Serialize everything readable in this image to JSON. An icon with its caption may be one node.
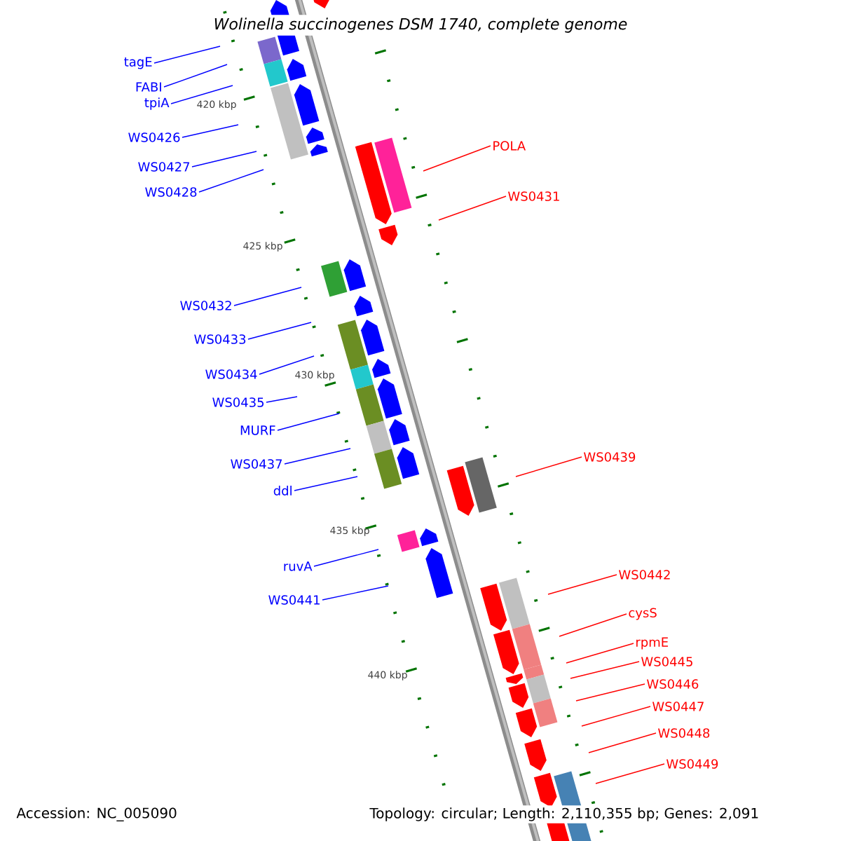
{
  "diagram": {
    "title": "Wolinella succinogenes DSM 1740, complete genome",
    "nodes": [
      {
        "text": [
          "tagE"
        ]
      },
      {
        "text": [
          "FABI"
        ]
      },
      {
        "text": [
          "tpiA"
        ]
      },
      {
        "text": [
          "WS0426"
        ]
      },
      {
        "text": [
          "POLA"
        ]
      },
      {
        "text": [
          "WS0427"
        ]
      },
      {
        "text": [
          "WS0428"
        ]
      },
      {
        "text": [
          "WS0431"
        ]
      },
      {
        "text": [
          "WS0432"
        ]
      },
      {
        "text": [
          "WS0433"
        ]
      },
      {
        "text": [
          "WS0434"
        ]
      },
      {
        "text": [
          "WS0435"
        ]
      },
      {
        "text": [
          "MURF"
        ]
      },
      {
        "text": [
          "WS0439"
        ]
      },
      {
        "text": [
          "WS0437"
        ]
      },
      {
        "text": [
          "ddl"
        ]
      },
      {
        "text": [
          "ruvA"
        ]
      },
      {
        "text": [
          "WS0442"
        ]
      },
      {
        "text": [
          "WS0441"
        ]
      },
      {
        "text": [
          "cysS"
        ]
      },
      {
        "text": [
          "rpmE"
        ]
      },
      {
        "text": [
          "WS0445"
        ]
      },
      {
        "text": [
          "WS0446"
        ]
      },
      {
        "text": [
          "WS0447"
        ]
      },
      {
        "text": [
          "WS0448"
        ]
      },
      {
        "text": [
          "WS0449"
        ]
      }
    ],
    "edges": [
      {
        "from": 0,
        "to": null,
        "arrow": "none"
      },
      {
        "from": 1,
        "to": null,
        "arrow": "none"
      },
      {
        "from": 2,
        "to": null,
        "arrow": "none"
      },
      {
        "from": 3,
        "to": null,
        "arrow": "none"
      },
      {
        "from": 4,
        "to": null,
        "arrow": "none",
        "color": "#ff0000"
      },
      {
        "from": 5,
        "to": null,
        "arrow": "none"
      },
      {
        "from": 6,
        "to": null,
        "arrow": "none"
      },
      {
        "from": 7,
        "to": null,
        "arrow": "none",
        "color": "#ff0000"
      },
      {
        "from": 8,
        "to": null,
        "arrow": "none"
      },
      {
        "from": 9,
        "to": null,
        "arrow": "none"
      },
      {
        "from": 10,
        "to": null,
        "arrow": "none"
      },
      {
        "from": 11,
        "to": null,
        "arrow": "none"
      },
      {
        "from": 12,
        "to": null,
        "arrow": "none"
      },
      {
        "from": 13,
        "to": null,
        "arrow": "none",
        "color": "#ff0000"
      },
      {
        "from": 14,
        "to": null,
        "arrow": "none"
      },
      {
        "from": 15,
        "to": null,
        "arrow": "none"
      },
      {
        "from": 16,
        "to": null,
        "arrow": "none"
      },
      {
        "from": 17,
        "to": null,
        "arrow": "none",
        "color": "#ff0000"
      },
      {
        "from": 18,
        "to": null,
        "arrow": "none"
      },
      {
        "from": 19,
        "to": null,
        "arrow": "none",
        "color": "#ff0000"
      },
      {
        "from": 20,
        "to": null,
        "arrow": "none",
        "color": "#ff0000"
      },
      {
        "from": 21,
        "to": null,
        "arrow": "none",
        "color": "#ff0000"
      },
      {
        "from": 22,
        "to": null,
        "arrow": "none",
        "color": "#ff0000"
      },
      {
        "from": 23,
        "to": null,
        "arrow": "none",
        "color": "#ff0000"
      },
      {
        "from": 24,
        "to": null,
        "arrow": "none",
        "color": "#ff0000"
      },
      {
        "from": 25,
        "to": null,
        "arrow": "none",
        "color": "#ff0000"
      }
    ],
    "labels": [
      "420 kbp",
      "425 kbp",
      "430 kbp",
      "435 kbp",
      "440 kbp",
      "Accession: NC_005090",
      "Topology: circular; Length: 2,110,355 bp; Genes: 2,091"
    ]
  }
}
